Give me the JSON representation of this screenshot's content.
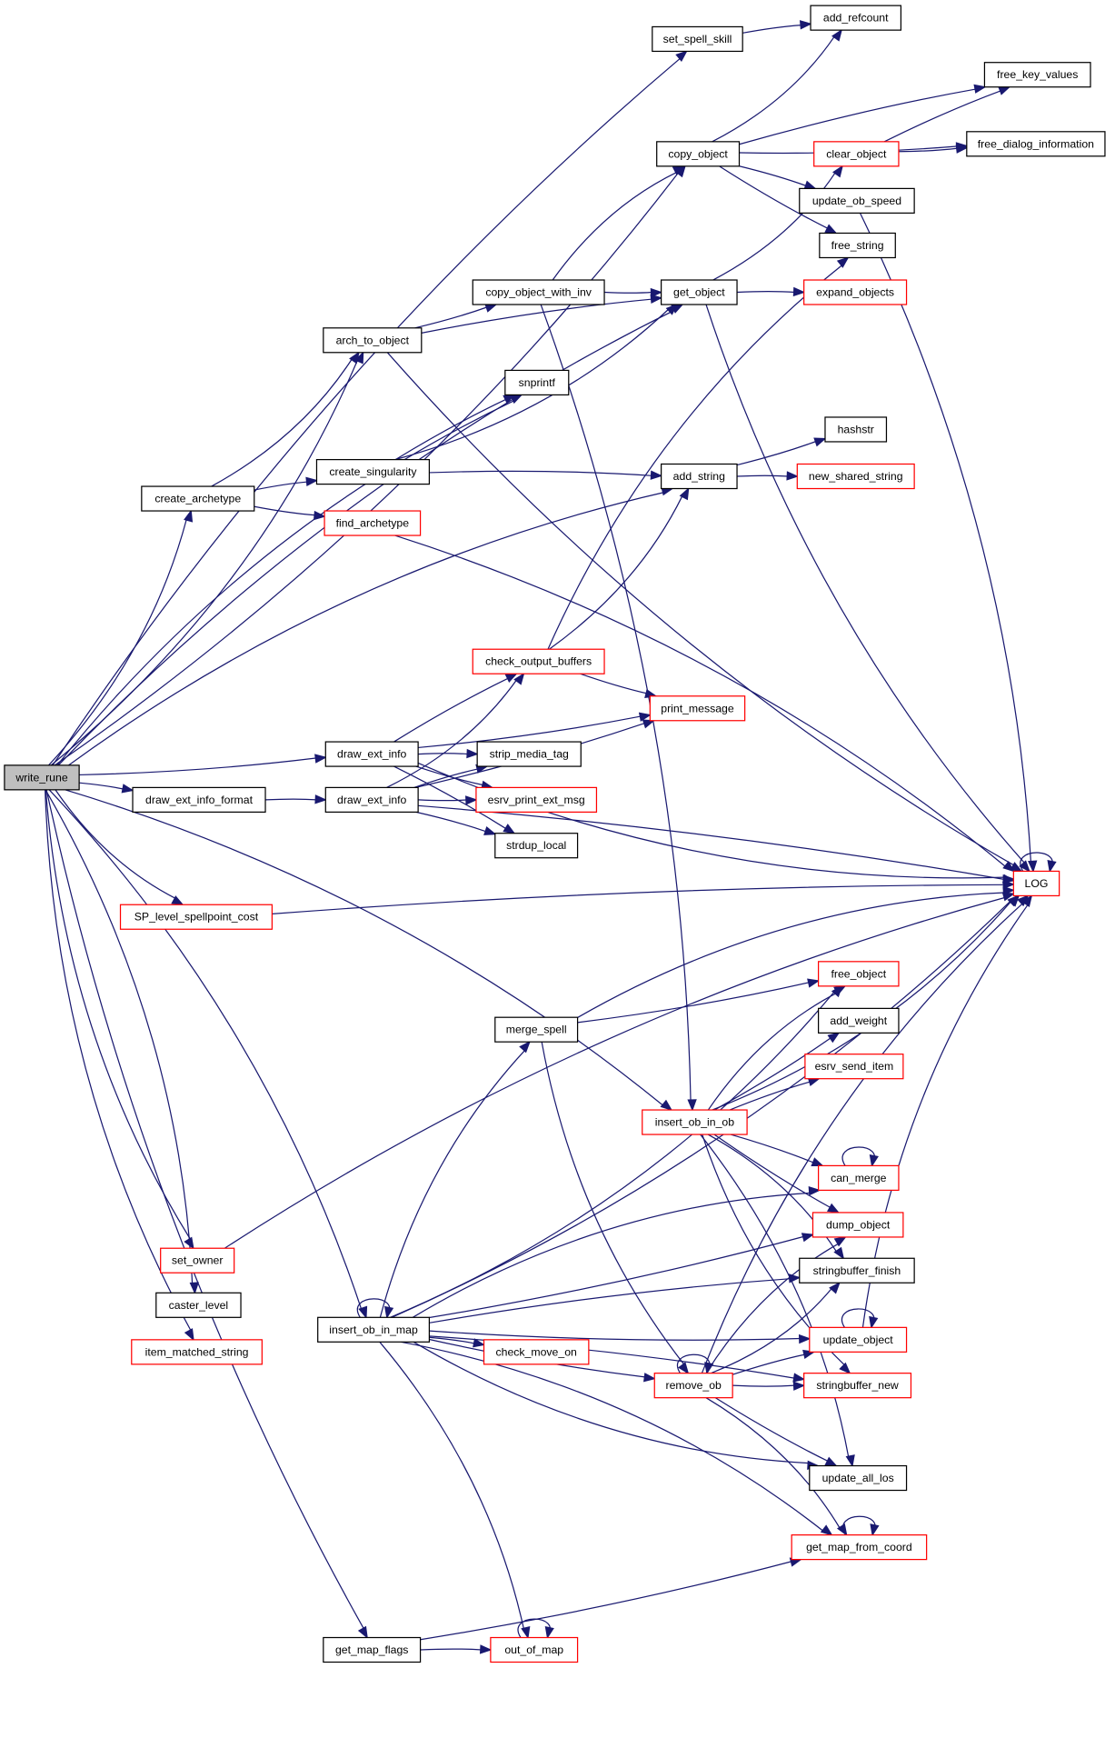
{
  "title": "write_rune call graph",
  "colors": {
    "edge": "#191970",
    "node_border": "#000000",
    "truncated_border": "#ff0000",
    "root_fill": "#bfbfbf",
    "node_fill": "#ffffff"
  },
  "nodes": [
    {
      "id": "write_rune",
      "label": "write_rune",
      "kind": "root"
    },
    {
      "id": "set_spell_skill",
      "label": "set_spell_skill",
      "kind": "normal"
    },
    {
      "id": "add_refcount",
      "label": "add_refcount",
      "kind": "normal"
    },
    {
      "id": "free_key_values",
      "label": "free_key_values",
      "kind": "normal"
    },
    {
      "id": "copy_object",
      "label": "copy_object",
      "kind": "normal"
    },
    {
      "id": "free_dialog_information",
      "label": "free_dialog_information",
      "kind": "normal"
    },
    {
      "id": "clear_object",
      "label": "clear_object",
      "kind": "truncated"
    },
    {
      "id": "update_ob_speed",
      "label": "update_ob_speed",
      "kind": "normal"
    },
    {
      "id": "free_string",
      "label": "free_string",
      "kind": "normal"
    },
    {
      "id": "get_object",
      "label": "get_object",
      "kind": "normal"
    },
    {
      "id": "expand_objects",
      "label": "expand_objects",
      "kind": "truncated"
    },
    {
      "id": "copy_object_with_inv",
      "label": "copy_object_with_inv",
      "kind": "normal"
    },
    {
      "id": "arch_to_object",
      "label": "arch_to_object",
      "kind": "normal"
    },
    {
      "id": "snprintf",
      "label": "snprintf",
      "kind": "normal"
    },
    {
      "id": "hashstr",
      "label": "hashstr",
      "kind": "normal"
    },
    {
      "id": "create_singularity",
      "label": "create_singularity",
      "kind": "normal"
    },
    {
      "id": "add_string",
      "label": "add_string",
      "kind": "normal"
    },
    {
      "id": "new_shared_string",
      "label": "new_shared_string",
      "kind": "truncated"
    },
    {
      "id": "create_archetype",
      "label": "create_archetype",
      "kind": "normal"
    },
    {
      "id": "find_archetype",
      "label": "find_archetype",
      "kind": "truncated"
    },
    {
      "id": "check_output_buffers",
      "label": "check_output_buffers",
      "kind": "truncated"
    },
    {
      "id": "print_message",
      "label": "print_message",
      "kind": "truncated"
    },
    {
      "id": "draw_ext_info_1",
      "label": "draw_ext_info",
      "kind": "normal"
    },
    {
      "id": "strip_media_tag",
      "label": "strip_media_tag",
      "kind": "normal"
    },
    {
      "id": "draw_ext_info_format",
      "label": "draw_ext_info_format",
      "kind": "normal"
    },
    {
      "id": "draw_ext_info_2",
      "label": "draw_ext_info",
      "kind": "normal"
    },
    {
      "id": "esrv_print_ext_msg",
      "label": "esrv_print_ext_msg",
      "kind": "truncated"
    },
    {
      "id": "strdup_local",
      "label": "strdup_local",
      "kind": "normal"
    },
    {
      "id": "LOG",
      "label": "LOG",
      "kind": "truncated"
    },
    {
      "id": "SP_level_spellpoint_cost",
      "label": "SP_level_spellpoint_cost",
      "kind": "truncated"
    },
    {
      "id": "free_object",
      "label": "free_object",
      "kind": "truncated"
    },
    {
      "id": "merge_spell",
      "label": "merge_spell",
      "kind": "normal"
    },
    {
      "id": "add_weight",
      "label": "add_weight",
      "kind": "normal"
    },
    {
      "id": "esrv_send_item",
      "label": "esrv_send_item",
      "kind": "truncated"
    },
    {
      "id": "insert_ob_in_ob",
      "label": "insert_ob_in_ob",
      "kind": "truncated"
    },
    {
      "id": "can_merge",
      "label": "can_merge",
      "kind": "truncated"
    },
    {
      "id": "dump_object",
      "label": "dump_object",
      "kind": "truncated"
    },
    {
      "id": "set_owner",
      "label": "set_owner",
      "kind": "truncated"
    },
    {
      "id": "stringbuffer_finish",
      "label": "stringbuffer_finish",
      "kind": "normal"
    },
    {
      "id": "caster_level",
      "label": "caster_level",
      "kind": "normal"
    },
    {
      "id": "insert_ob_in_map",
      "label": "insert_ob_in_map",
      "kind": "normal"
    },
    {
      "id": "update_object",
      "label": "update_object",
      "kind": "truncated"
    },
    {
      "id": "item_matched_string",
      "label": "item_matched_string",
      "kind": "truncated"
    },
    {
      "id": "check_move_on",
      "label": "check_move_on",
      "kind": "truncated"
    },
    {
      "id": "remove_ob",
      "label": "remove_ob",
      "kind": "truncated"
    },
    {
      "id": "stringbuffer_new",
      "label": "stringbuffer_new",
      "kind": "truncated"
    },
    {
      "id": "update_all_los",
      "label": "update_all_los",
      "kind": "normal"
    },
    {
      "id": "get_map_from_coord",
      "label": "get_map_from_coord",
      "kind": "truncated"
    },
    {
      "id": "get_map_flags",
      "label": "get_map_flags",
      "kind": "normal"
    },
    {
      "id": "out_of_map",
      "label": "out_of_map",
      "kind": "truncated"
    }
  ],
  "edges": [
    [
      "write_rune",
      "set_spell_skill"
    ],
    [
      "write_rune",
      "copy_object"
    ],
    [
      "write_rune",
      "get_object"
    ],
    [
      "write_rune",
      "arch_to_object"
    ],
    [
      "write_rune",
      "snprintf"
    ],
    [
      "write_rune",
      "create_archetype"
    ],
    [
      "write_rune",
      "add_string"
    ],
    [
      "write_rune",
      "draw_ext_info_1"
    ],
    [
      "write_rune",
      "draw_ext_info_format"
    ],
    [
      "write_rune",
      "SP_level_spellpoint_cost"
    ],
    [
      "write_rune",
      "insert_ob_in_ob"
    ],
    [
      "write_rune",
      "set_owner"
    ],
    [
      "write_rune",
      "caster_level"
    ],
    [
      "write_rune",
      "item_matched_string"
    ],
    [
      "write_rune",
      "insert_ob_in_map"
    ],
    [
      "write_rune",
      "get_map_flags"
    ],
    [
      "set_spell_skill",
      "add_refcount"
    ],
    [
      "copy_object",
      "add_refcount"
    ],
    [
      "copy_object",
      "free_key_values"
    ],
    [
      "copy_object",
      "free_dialog_information"
    ],
    [
      "copy_object",
      "update_ob_speed"
    ],
    [
      "copy_object",
      "free_string"
    ],
    [
      "clear_object",
      "free_key_values"
    ],
    [
      "clear_object",
      "free_dialog_information"
    ],
    [
      "update_ob_speed",
      "LOG"
    ],
    [
      "get_object",
      "clear_object"
    ],
    [
      "get_object",
      "expand_objects"
    ],
    [
      "get_object",
      "LOG"
    ],
    [
      "copy_object_with_inv",
      "copy_object"
    ],
    [
      "copy_object_with_inv",
      "get_object"
    ],
    [
      "copy_object_with_inv",
      "insert_ob_in_ob"
    ],
    [
      "arch_to_object",
      "copy_object_with_inv"
    ],
    [
      "arch_to_object",
      "get_object"
    ],
    [
      "arch_to_object",
      "LOG"
    ],
    [
      "create_singularity",
      "snprintf"
    ],
    [
      "create_singularity",
      "get_object"
    ],
    [
      "create_singularity",
      "add_string"
    ],
    [
      "add_string",
      "hashstr"
    ],
    [
      "add_string",
      "new_shared_string"
    ],
    [
      "create_archetype",
      "arch_to_object"
    ],
    [
      "create_archetype",
      "create_singularity"
    ],
    [
      "create_archetype",
      "find_archetype"
    ],
    [
      "find_archetype",
      "LOG"
    ],
    [
      "check_output_buffers",
      "add_string"
    ],
    [
      "check_output_buffers",
      "free_string"
    ],
    [
      "check_output_buffers",
      "print_message"
    ],
    [
      "draw_ext_info_1",
      "check_output_buffers"
    ],
    [
      "draw_ext_info_1",
      "print_message"
    ],
    [
      "draw_ext_info_1",
      "strip_media_tag"
    ],
    [
      "draw_ext_info_1",
      "esrv_print_ext_msg"
    ],
    [
      "draw_ext_info_1",
      "strdup_local"
    ],
    [
      "draw_ext_info_1",
      "LOG"
    ],
    [
      "draw_ext_info_format",
      "draw_ext_info_2"
    ],
    [
      "draw_ext_info_2",
      "check_output_buffers"
    ],
    [
      "draw_ext_info_2",
      "strip_media_tag"
    ],
    [
      "draw_ext_info_2",
      "esrv_print_ext_msg"
    ],
    [
      "draw_ext_info_2",
      "strdup_local"
    ],
    [
      "draw_ext_info_2",
      "print_message"
    ],
    [
      "draw_ext_info_2",
      "LOG"
    ],
    [
      "LOG",
      "LOG"
    ],
    [
      "SP_level_spellpoint_cost",
      "LOG"
    ],
    [
      "merge_spell",
      "free_object"
    ],
    [
      "merge_spell",
      "LOG"
    ],
    [
      "merge_spell",
      "remove_ob"
    ],
    [
      "insert_ob_in_ob",
      "free_object"
    ],
    [
      "insert_ob_in_ob",
      "add_weight"
    ],
    [
      "insert_ob_in_ob",
      "esrv_send_item"
    ],
    [
      "insert_ob_in_ob",
      "LOG"
    ],
    [
      "insert_ob_in_ob",
      "can_merge"
    ],
    [
      "insert_ob_in_ob",
      "dump_object"
    ],
    [
      "insert_ob_in_ob",
      "stringbuffer_finish"
    ],
    [
      "insert_ob_in_ob",
      "stringbuffer_new"
    ],
    [
      "insert_ob_in_ob",
      "update_all_los"
    ],
    [
      "can_merge",
      "can_merge"
    ],
    [
      "set_owner",
      "LOG"
    ],
    [
      "insert_ob_in_map",
      "insert_ob_in_map"
    ],
    [
      "insert_ob_in_map",
      "merge_spell"
    ],
    [
      "insert_ob_in_map",
      "free_object"
    ],
    [
      "insert_ob_in_map",
      "can_merge"
    ],
    [
      "insert_ob_in_map",
      "dump_object"
    ],
    [
      "insert_ob_in_map",
      "stringbuffer_finish"
    ],
    [
      "insert_ob_in_map",
      "update_object"
    ],
    [
      "insert_ob_in_map",
      "check_move_on"
    ],
    [
      "insert_ob_in_map",
      "remove_ob"
    ],
    [
      "insert_ob_in_map",
      "stringbuffer_new"
    ],
    [
      "insert_ob_in_map",
      "update_all_los"
    ],
    [
      "insert_ob_in_map",
      "get_map_from_coord"
    ],
    [
      "insert_ob_in_map",
      "LOG"
    ],
    [
      "insert_ob_in_map",
      "out_of_map"
    ],
    [
      "update_object",
      "update_object"
    ],
    [
      "update_object",
      "LOG"
    ],
    [
      "remove_ob",
      "remove_ob"
    ],
    [
      "remove_ob",
      "dump_object"
    ],
    [
      "remove_ob",
      "stringbuffer_finish"
    ],
    [
      "remove_ob",
      "update_object"
    ],
    [
      "remove_ob",
      "stringbuffer_new"
    ],
    [
      "remove_ob",
      "LOG"
    ],
    [
      "remove_ob",
      "update_all_los"
    ],
    [
      "remove_ob",
      "get_map_from_coord"
    ],
    [
      "get_map_from_coord",
      "get_map_from_coord"
    ],
    [
      "get_map_flags",
      "out_of_map"
    ],
    [
      "get_map_flags",
      "get_map_from_coord"
    ],
    [
      "out_of_map",
      "out_of_map"
    ]
  ]
}
